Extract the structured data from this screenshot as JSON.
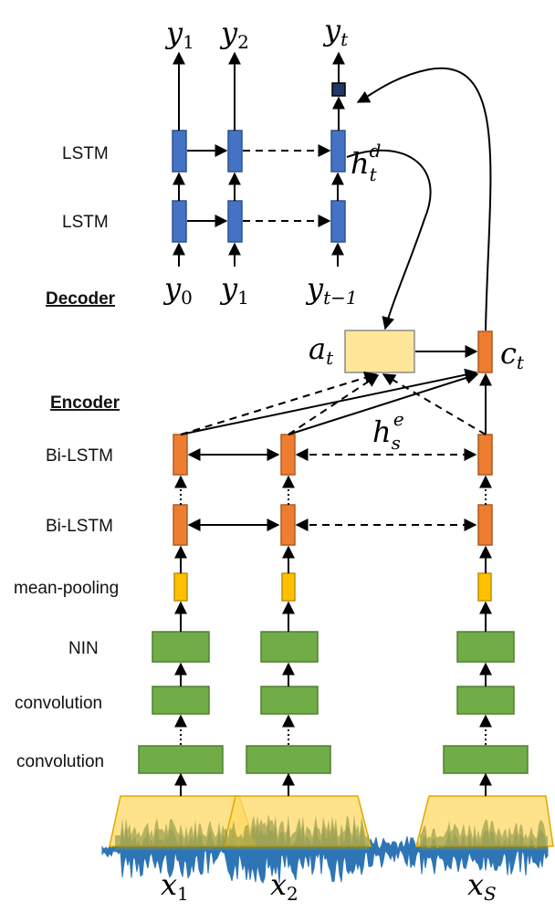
{
  "sections": {
    "decoder": "Decoder",
    "encoder": "Encoder"
  },
  "layer_labels": {
    "lstm_top": "LSTM",
    "lstm_bottom": "LSTM",
    "bilstm_top": "Bi-LSTM",
    "bilstm_bottom": "Bi-LSTM",
    "mean_pooling": "mean-pooling",
    "nin": "NIN",
    "conv_top": "convolution",
    "conv_bottom": "convolution"
  },
  "outputs": [
    {
      "base": "y",
      "sub": "1"
    },
    {
      "base": "y",
      "sub": "2"
    },
    {
      "base": "y",
      "sub": "t"
    }
  ],
  "decoder_inputs": [
    {
      "base": "y",
      "sub": "0"
    },
    {
      "base": "y",
      "sub": "1"
    },
    {
      "base": "y",
      "sub": "t−1"
    }
  ],
  "encoder_inputs": [
    {
      "base": "x",
      "sub": "1"
    },
    {
      "base": "x",
      "sub": "2"
    },
    {
      "base": "x",
      "sub": "S"
    }
  ],
  "symbols": {
    "decoder_state": {
      "base": "h",
      "sub": "t",
      "sup": "d"
    },
    "encoder_state": {
      "base": "h",
      "sub": "s",
      "sup": "e"
    },
    "attention": {
      "base": "a",
      "sub": "t"
    },
    "context": {
      "base": "c",
      "sub": "t"
    }
  },
  "colors": {
    "lstm": "#4472c4",
    "bilstm": "#ed7d31",
    "pooling": "#ffc000",
    "conv": "#70ad47",
    "attention_box": "#ffe699",
    "window": "#ffd966",
    "waveform": "#2e75b6",
    "output_square": "#1f3864"
  }
}
